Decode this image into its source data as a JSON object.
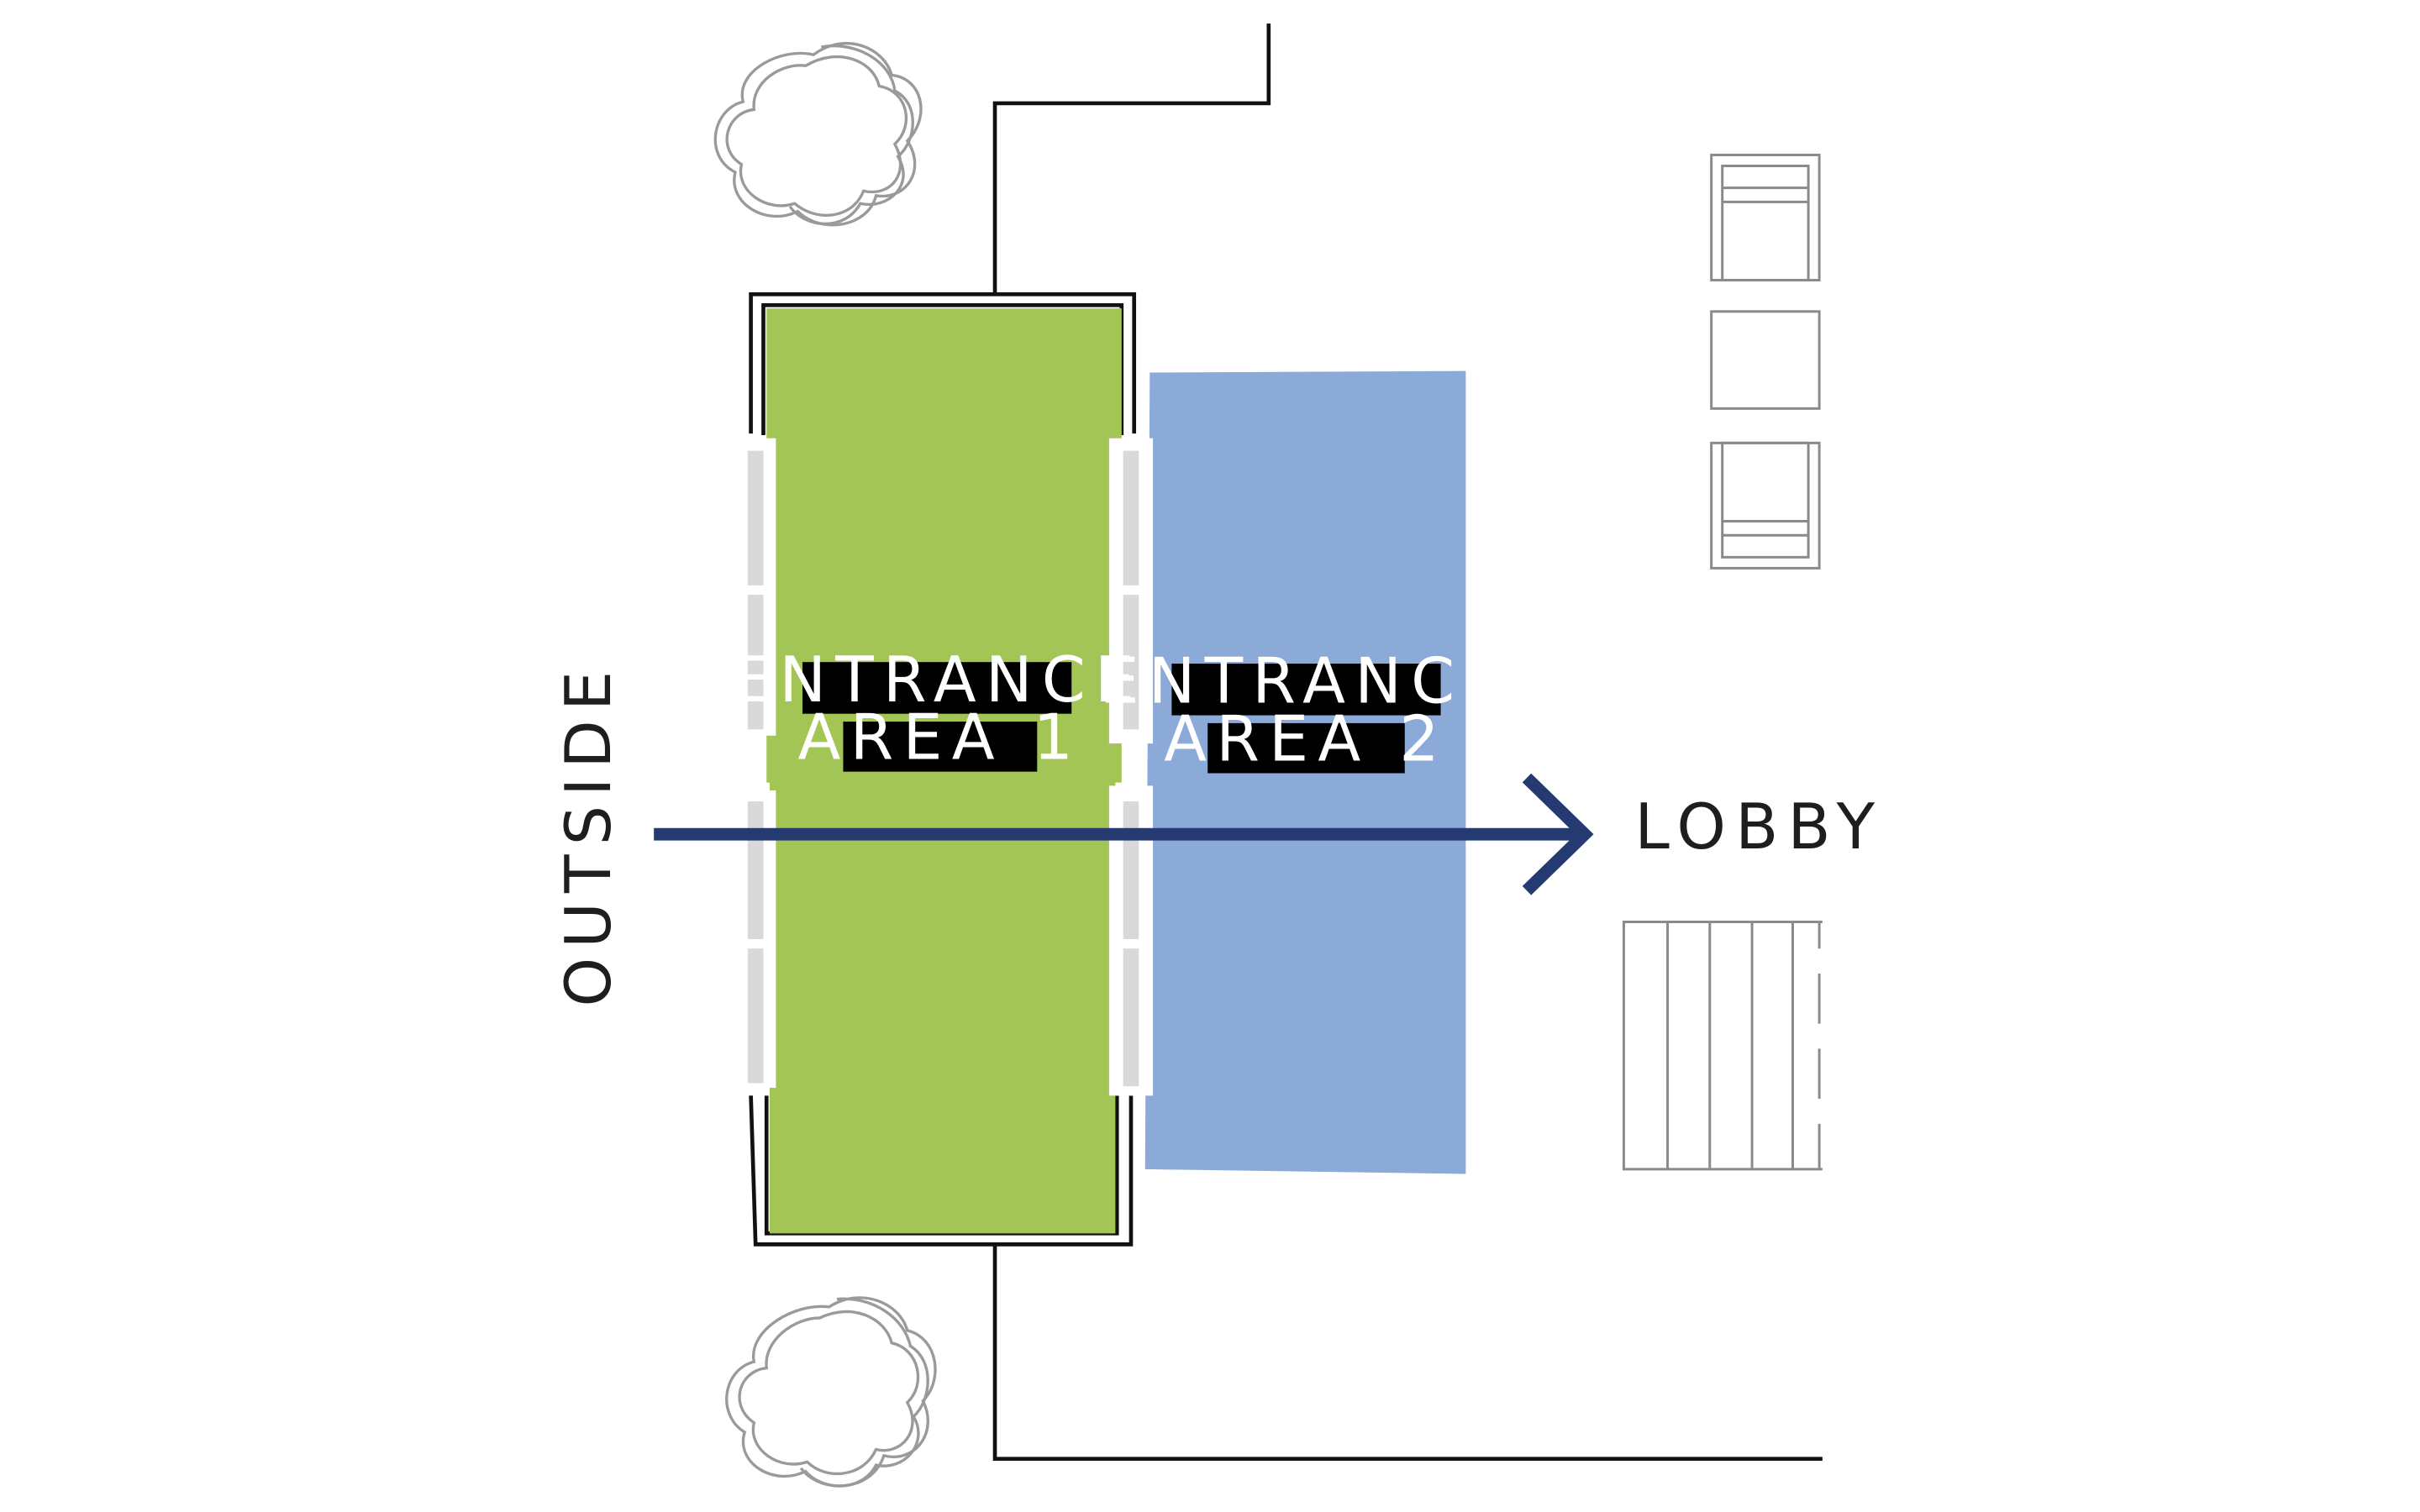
{
  "labels": {
    "outside": "OUTSIDE",
    "lobby": "LOBBY",
    "entrance_area_1": {
      "line1": "ENTRANCE",
      "line2": "AREA 1"
    },
    "entrance_area_2": {
      "line1": "ENTRANCE",
      "line2": "AREA 2"
    }
  },
  "colors": {
    "entrance_area_1": "#a2c555",
    "entrance_area_2": "#8caad8",
    "arrow": "#243a70",
    "label_background": "#000000",
    "label_text": "#ffffff",
    "walls": "#111111",
    "door_panels": "#d9d9d9",
    "furniture_lines": "#8a8a8a",
    "tree_outline": "#9a9a9a"
  },
  "icons": [
    "tree-icon",
    "armchair-icon",
    "side-table-icon",
    "sofa-icon",
    "arrow-right-icon"
  ]
}
